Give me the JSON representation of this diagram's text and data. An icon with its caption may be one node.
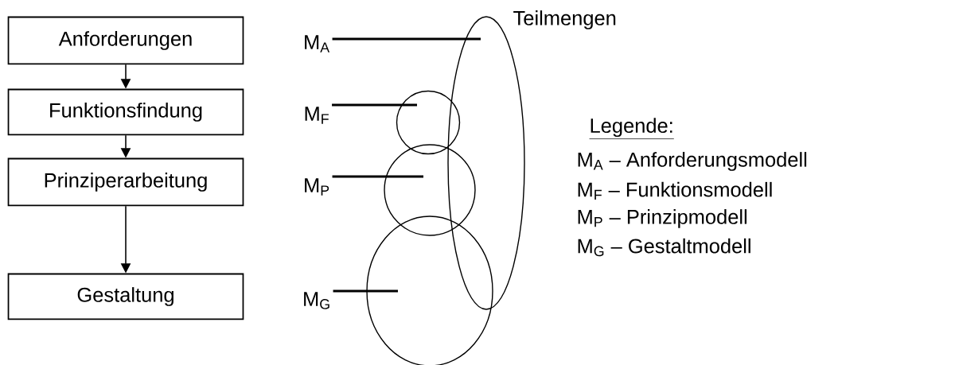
{
  "diagram": {
    "nodes": [
      {
        "text": [
          "Anforderungen"
        ]
      },
      {
        "text": [
          "Funktionsfindung"
        ]
      },
      {
        "text": [
          "Prinziperarbeitung"
        ]
      },
      {
        "text": [
          "Gestaltung"
        ]
      },
      {
        "text": [
          "M$_{A}$"
        ]
      },
      {
        "text": [
          "M$_{F}$"
        ]
      },
      {
        "text": [
          "M$_{P}$"
        ]
      },
      {
        "text": [
          "M$_{G}$"
        ]
      },
      {
        "text": [],
        "shape": "ellipse"
      },
      {
        "text": [],
        "shape": "circle"
      },
      {
        "text": [],
        "shape": "circle"
      },
      {
        "text": [],
        "shape": "ellipse"
      }
    ],
    "edges": [
      {
        "from": 0,
        "to": 1,
        "arrow": "to"
      },
      {
        "from": 1,
        "to": 2,
        "arrow": "to"
      },
      {
        "from": 2,
        "to": 3,
        "arrow": "to"
      },
      {
        "from": 4,
        "to": 8,
        "arrow": "none"
      },
      {
        "from": 5,
        "to": 9,
        "arrow": "none"
      },
      {
        "from": 6,
        "to": 10,
        "arrow": "none"
      },
      {
        "from": 7,
        "to": 11,
        "arrow": "none"
      }
    ],
    "labels": [
      "Teilmengen",
      "Legende:",
      "M$_{A}$ – Anforderungsmodell",
      "M$_{F}$ – Funktionsmodell",
      "M$_{P}$ – Prinzipmodell",
      "M$_{G}$ – Gestaltmodell"
    ]
  }
}
